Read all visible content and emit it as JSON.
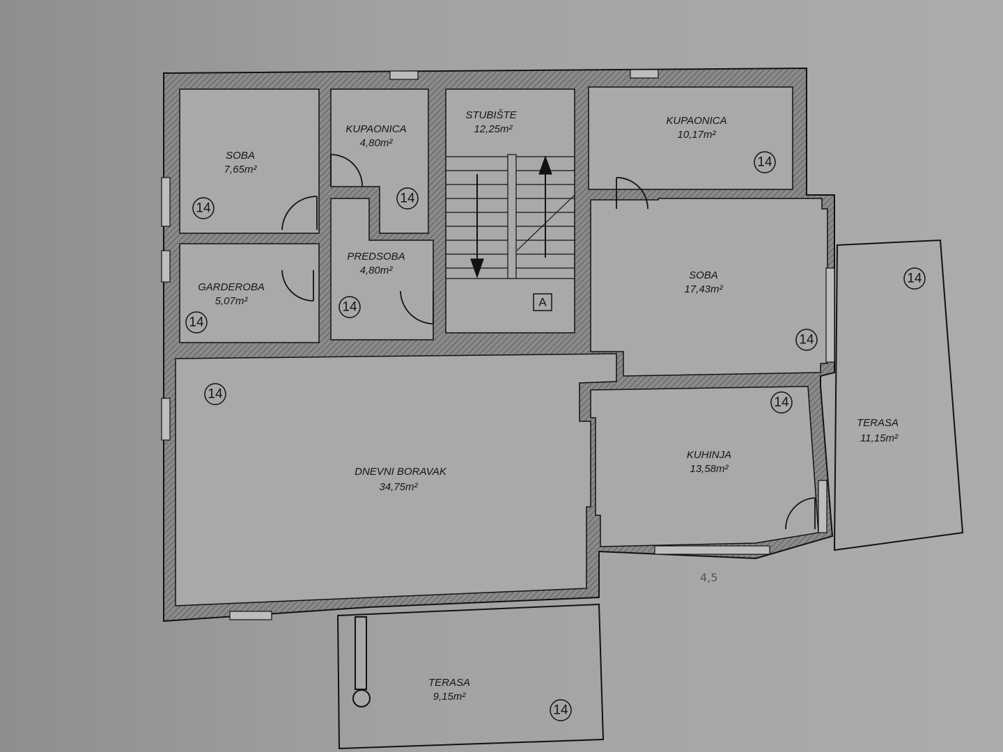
{
  "plan": {
    "rooms": [
      {
        "name": "SOBA",
        "area": "7,65m²"
      },
      {
        "name": "KUPAONICA",
        "area": "4,80m²"
      },
      {
        "name": "STUBIŠTE",
        "area": "12,25m²"
      },
      {
        "name": "KUPAONICA",
        "area": "10,17m²"
      },
      {
        "name": "GARDEROBA",
        "area": "5,07m²"
      },
      {
        "name": "PREDSOBA",
        "area": "4,80m²"
      },
      {
        "name": "SOBA",
        "area": "17,43m²"
      },
      {
        "name": "DNEVNI BORAVAK",
        "area": "34,75m²"
      },
      {
        "name": "KUHINJA",
        "area": "13,58m²"
      },
      {
        "name": "TERASA",
        "area": "11,15m²"
      },
      {
        "name": "TERASA",
        "area": "9,15m²"
      }
    ],
    "floor_tag": "14",
    "stair_mark": "A",
    "handwritten_note": "4,5",
    "colors": {
      "wall": "#7d7d7d",
      "floor": "#a9a9a9",
      "line": "#111111"
    }
  }
}
